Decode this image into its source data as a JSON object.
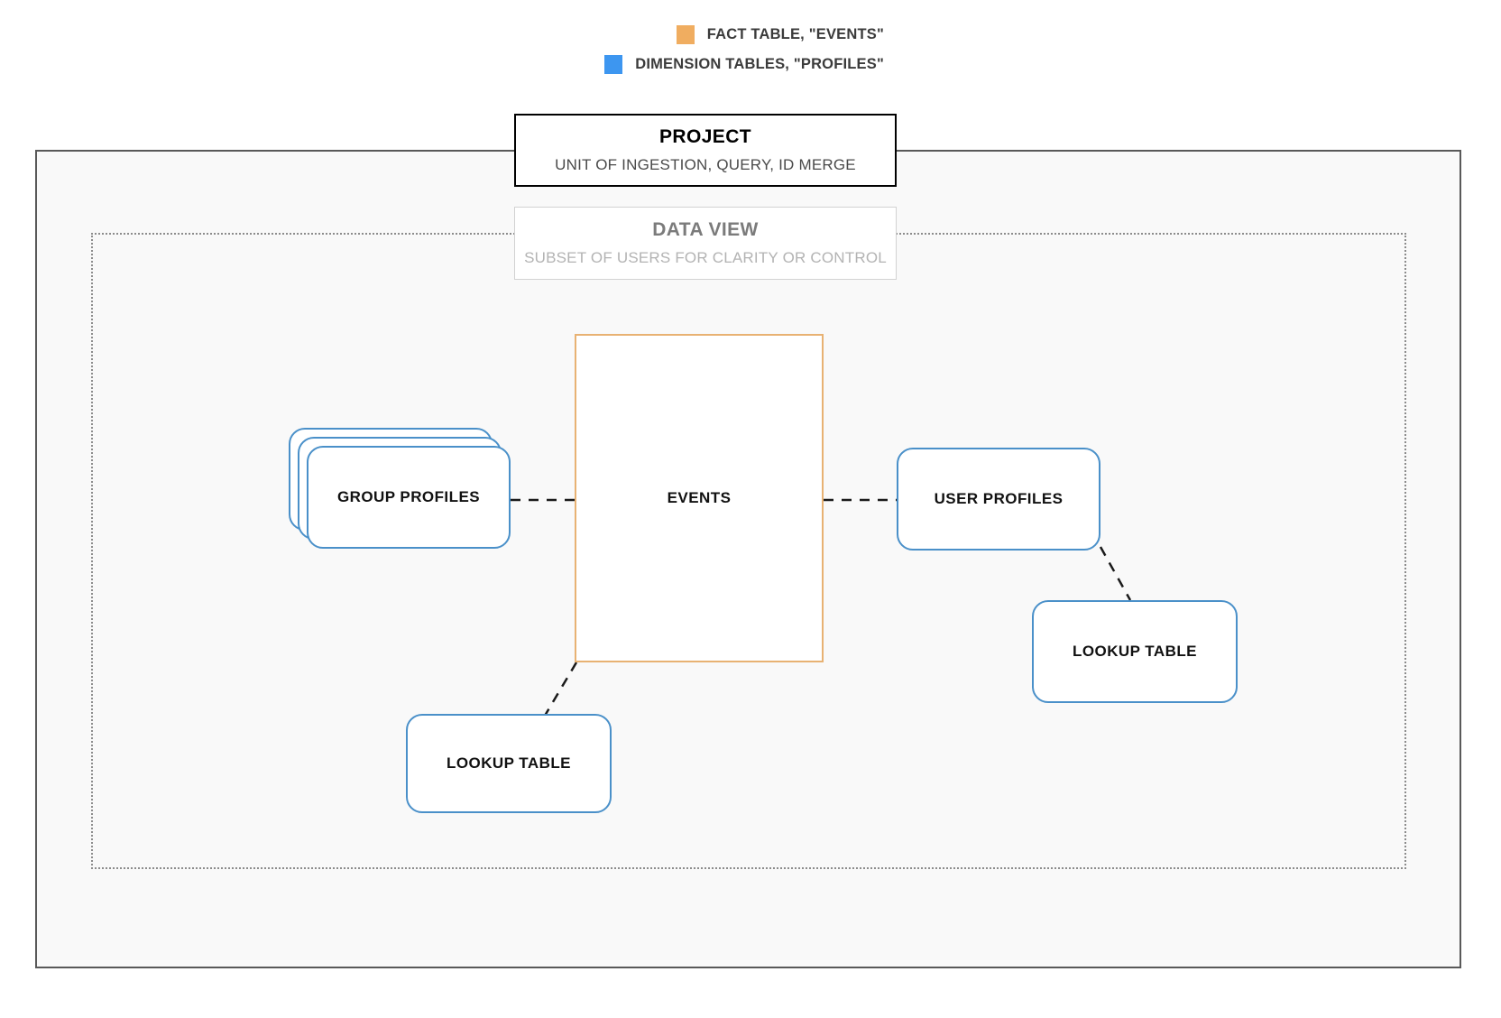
{
  "legend": {
    "items": [
      {
        "label": "FACT TABLE, \"EVENTS\"",
        "color": "#f0ad60",
        "icon": "legend-swatch-orange"
      },
      {
        "label": "DIMENSION TABLES, \"PROFILES\"",
        "color": "#3d96f0",
        "icon": "legend-swatch-blue"
      }
    ]
  },
  "project": {
    "title": "PROJECT",
    "subtitle": "UNIT OF INGESTION, QUERY, ID MERGE"
  },
  "data_view": {
    "title": "DATA VIEW",
    "subtitle": "SUBSET OF USERS FOR CLARITY OR CONTROL"
  },
  "nodes": {
    "events": {
      "label": "EVENTS"
    },
    "group_profiles": {
      "label": "GROUP PROFILES"
    },
    "user_profiles": {
      "label": "USER PROFILES"
    },
    "lookup_left": {
      "label": "LOOKUP TABLE"
    },
    "lookup_right": {
      "label": "LOOKUP TABLE"
    }
  },
  "colors": {
    "fact_table_border": "#e8b273",
    "dimension_table_border": "#4a90c9",
    "project_frame_border": "#595959",
    "project_frame_fill": "#f9f9f9",
    "data_view_frame_border": "#8c8c8c",
    "connector": "#1a1a1a"
  }
}
